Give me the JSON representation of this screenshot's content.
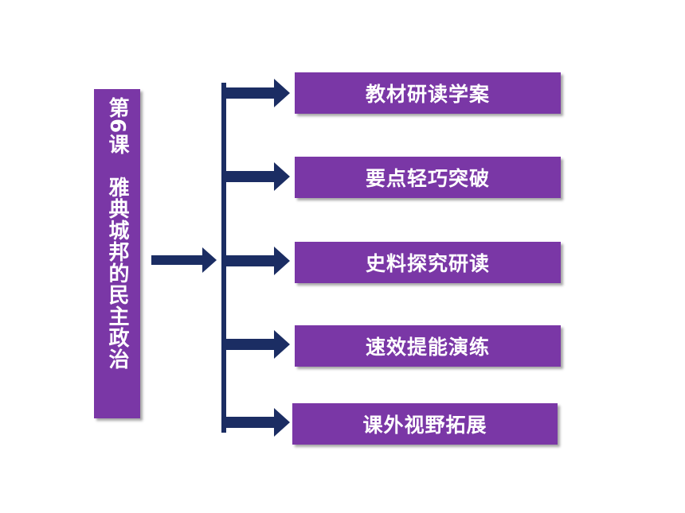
{
  "title": "第6课　雅典城邦的民主政治",
  "items": [
    {
      "label": "教材研读学案"
    },
    {
      "label": "要点轻巧突破"
    },
    {
      "label": "史料探究研读"
    },
    {
      "label": "速效提能演练"
    },
    {
      "label": "课外视野拓展"
    }
  ],
  "colors": {
    "box_fill": "#7a37a6",
    "box_text": "#ffffff",
    "arrow": "#1b2d63",
    "background": "#ffffff"
  }
}
